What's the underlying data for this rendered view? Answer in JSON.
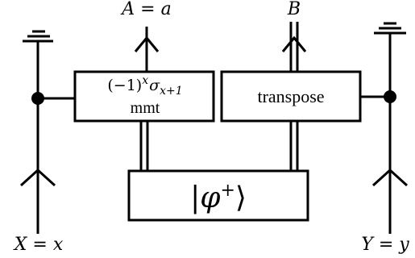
{
  "labels": {
    "output_a": "A = a",
    "output_b": "B",
    "input_x": "X = x",
    "input_y": "Y = y"
  },
  "boxes": {
    "alice_mmt": {
      "sign": "(−1)",
      "exp": "x",
      "sigma": "σ",
      "sub": "x+1",
      "name": "mmt"
    },
    "bob_transpose": "transpose",
    "state": {
      "bar_left": "|",
      "phi": "φ",
      "sup": "+",
      "angle": "⟩"
    }
  }
}
